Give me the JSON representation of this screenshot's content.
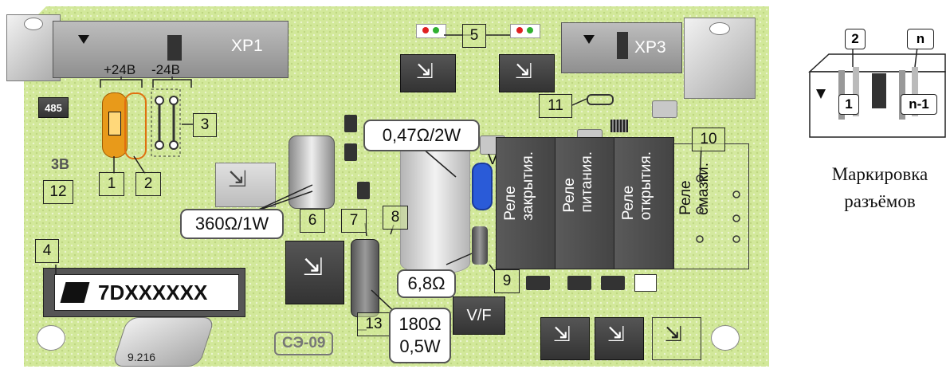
{
  "connectors": {
    "xp1": "XP1",
    "xp3": "XP3"
  },
  "voltages": {
    "plus": "+24B",
    "minus": "-24B"
  },
  "chip_485": "485",
  "label_3b": "3B",
  "tags": [
    "1",
    "2",
    "3",
    "4",
    "5",
    "6",
    "7",
    "8",
    "9",
    "10",
    "11",
    "12",
    "13"
  ],
  "values": {
    "r_047": "0,47Ω/2W",
    "r_360": "360Ω/1W",
    "r_68": "6,8Ω",
    "r_180_line1": "180Ω",
    "r_180_line2": "0,5W"
  },
  "v_label": "V",
  "relays": [
    {
      "line1": "Реле",
      "line2": "закрытия."
    },
    {
      "line1": "Реле",
      "line2": "питания."
    },
    {
      "line1": "Реле",
      "line2": "открытия."
    },
    {
      "line1": "Реле",
      "line2": "смазки."
    }
  ],
  "display_text": "7DXXXXXX",
  "vf_label": "V/F",
  "se09_label": "СЭ-09",
  "crystal_label": "9.216",
  "legend": {
    "pins": [
      "2",
      "n",
      "1",
      "n-1"
    ],
    "caption_line1": "Маркировка",
    "caption_line2": "разъёмов"
  },
  "colors": {
    "board": "#d2e89a",
    "component": "#444444",
    "fuse_orange": "#e89a1a",
    "led_red": "#e02020",
    "led_green": "#30b030",
    "varistor_blue": "#2a5bd8"
  }
}
